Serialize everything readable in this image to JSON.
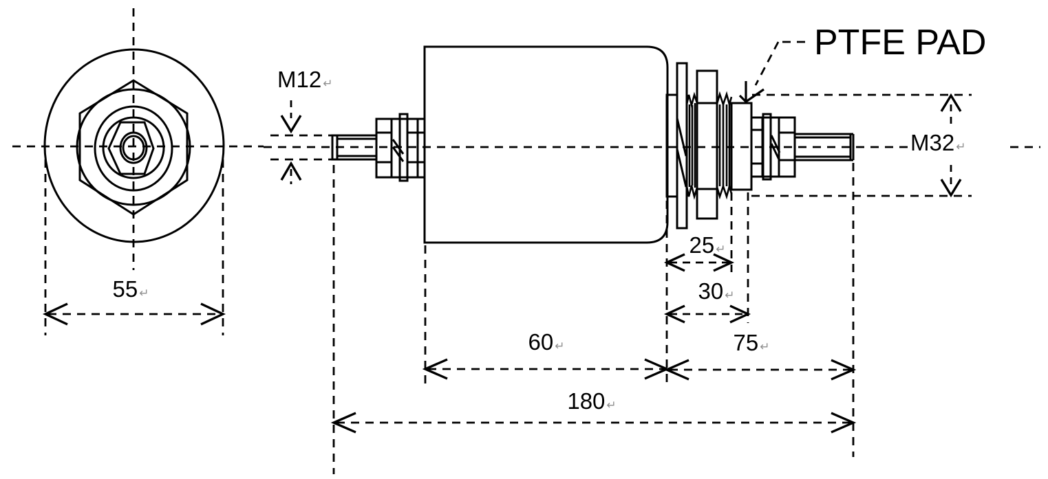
{
  "labels": {
    "ptfe_pad": "PTFE PAD",
    "thread_left": "M12",
    "thread_right": "M32",
    "end_view_width": "55",
    "pad_offset": "25",
    "pad_end": "30",
    "body_length": "60",
    "right_section_length": "75",
    "total_length": "180"
  },
  "return_mark": "↵",
  "colors": {
    "line": "#000000",
    "background": "#ffffff",
    "return_mark": "#8f8f8f"
  }
}
